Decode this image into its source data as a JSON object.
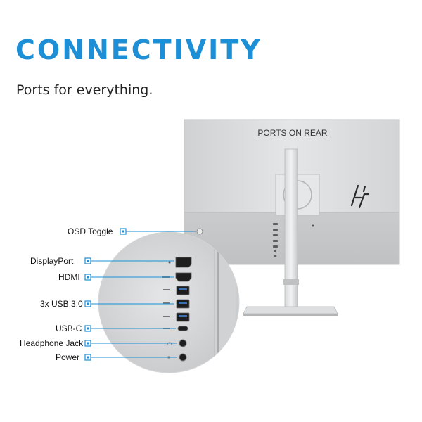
{
  "header": {
    "title": "CONNECTIVITY",
    "subtitle": "Ports for everything."
  },
  "monitor": {
    "panel_label": "PORTS ON REAR",
    "brand_logo": "hp-logo"
  },
  "callouts": [
    {
      "id": "osd",
      "label": "OSD Toggle"
    },
    {
      "id": "displayport",
      "label": "DisplayPort"
    },
    {
      "id": "hdmi",
      "label": "HDMI"
    },
    {
      "id": "usb3",
      "label": "3x USB 3.0"
    },
    {
      "id": "usbc",
      "label": "USB-C"
    },
    {
      "id": "headphone",
      "label": "Headphone Jack"
    },
    {
      "id": "power",
      "label": "Power"
    }
  ],
  "colors": {
    "accent": "#1d8fd6",
    "monitor_body": "#d9dbdd",
    "monitor_lower": "#c6c8ca"
  }
}
